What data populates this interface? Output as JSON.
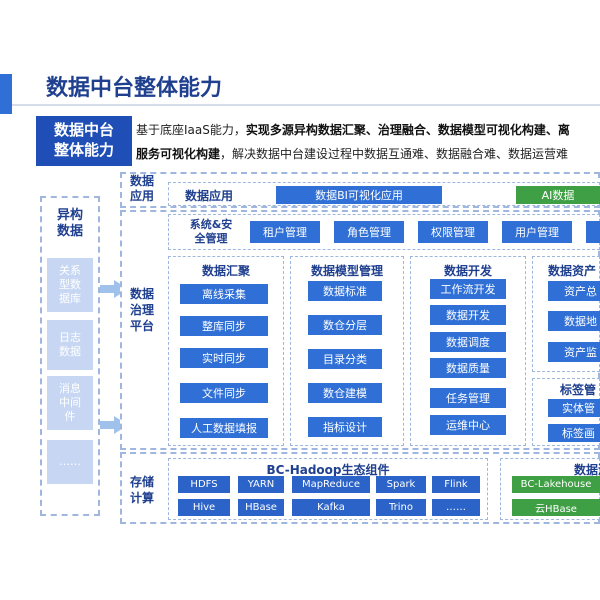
{
  "title": "数据中台整体能力",
  "intro": {
    "label_line1": "数据中台",
    "label_line2": "整体能力",
    "line1_prefix": "基于底座IaaS能力，",
    "line1_bold": "实现多源异构数据汇聚、治理融合、数据模型可视化构建、离",
    "line2_bold": "服务可视化构建",
    "line2_rest": "，解决数据中台建设过程中数据互通难、数据融合难、数据运营难"
  },
  "left": {
    "title_line1": "异构",
    "title_line2": "数据",
    "items": [
      [
        "关系",
        "型数",
        "据库"
      ],
      [
        "日志",
        "数据"
      ],
      [
        "消息",
        "中间",
        "件"
      ],
      [
        "……"
      ]
    ]
  },
  "app_layer": {
    "label_line1": "数据",
    "label_line2": "应用",
    "section": "数据应用",
    "bi": "数据BI可视化应用",
    "ai": "AI数据"
  },
  "governance": {
    "label_line1": "数据",
    "label_line2": "治理",
    "label_line3": "平台",
    "sys_label_line1": "系统&安",
    "sys_label_line2": "全管理",
    "sys_items": [
      "租户管理",
      "角色管理",
      "权限管理",
      "用户管理"
    ],
    "collect": {
      "title": "数据汇聚",
      "items": [
        "离线采集",
        "整库同步",
        "实时同步",
        "文件同步",
        "人工数据填报"
      ]
    },
    "model": {
      "title": "数据模型管理",
      "items": [
        "数据标准",
        "数仓分层",
        "目录分类",
        "数仓建模",
        "指标设计"
      ]
    },
    "dev": {
      "title": "数据开发",
      "items": [
        "工作流开发",
        "数据开发",
        "数据调度",
        "数据质量",
        "任务管理",
        "运维中心"
      ]
    },
    "asset": {
      "title": "数据资产",
      "items": [
        "资产总",
        "数据地",
        "资产监"
      ]
    },
    "tag": {
      "title": "标签管",
      "items": [
        "实体管",
        "标签画"
      ]
    }
  },
  "storage": {
    "label_line1": "存储",
    "label_line2": "计算",
    "hadoop_title": "BC-Hadoop生态组件",
    "row1": [
      "HDFS",
      "YARN",
      "MapReduce",
      "Spark",
      "Flink"
    ],
    "row2": [
      "Hive",
      "HBase",
      "Kafka",
      "Trino",
      "……"
    ],
    "lake_title": "数据湖",
    "lake_items": [
      "BC-Lakehouse",
      "云HBase"
    ]
  }
}
